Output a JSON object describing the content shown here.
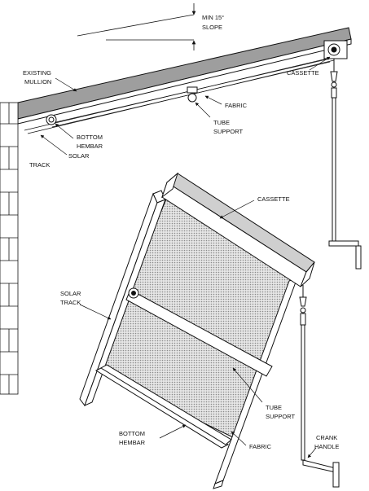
{
  "labels": {
    "min_slope_line1": "MIN 15°",
    "min_slope_line2": "SLOPE",
    "existing_line1": "EXISTING",
    "existing_line2": "MULLION",
    "cassette_top": "CASSETTE",
    "fabric_top": "FABRIC",
    "tube_support_top_line1": "TUBE",
    "tube_support_top_line2": "SUPPORT",
    "bottom_hembar_top_line1": "BOTTOM",
    "bottom_hembar_top_line2": "HEMBAR",
    "solar_top": "SOLAR",
    "track_top": "TRACK",
    "cassette_main": "CASSETTE",
    "solar_track_line1": "SOLAR",
    "solar_track_line2": "TRACK",
    "tube_support_main_line1": "TUBE",
    "tube_support_main_line2": "SUPPORT",
    "bottom_hembar_main_line1": "BOTTOM",
    "bottom_hembar_main_line2": "HEMBAR",
    "fabric_main": "FABRIC",
    "crank_handle_line1": "CRANK",
    "crank_handle_line2": "HANDLE"
  },
  "colors": {
    "line": "#111111",
    "mesh": "#bdbdbd",
    "paper": "#ffffff"
  }
}
